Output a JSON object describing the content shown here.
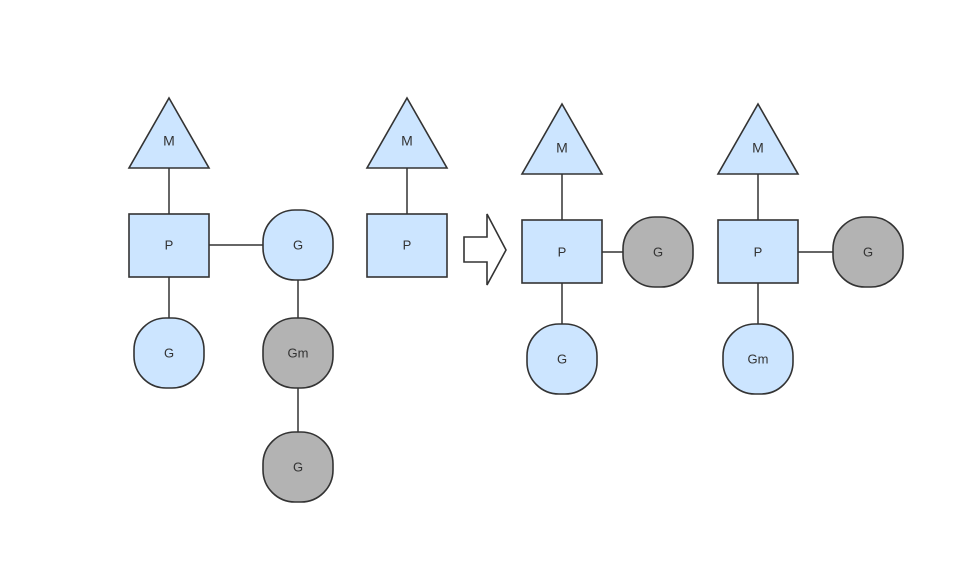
{
  "labels": {
    "m": "M",
    "p": "P",
    "g": "G",
    "gm": "Gm"
  },
  "colors": {
    "node_fill": "#cce5ff",
    "node_fill_gray": "#b3b3b3",
    "stroke": "#333333",
    "background": "#ffffff"
  },
  "icons": {
    "transition": "right-arrow-icon"
  }
}
